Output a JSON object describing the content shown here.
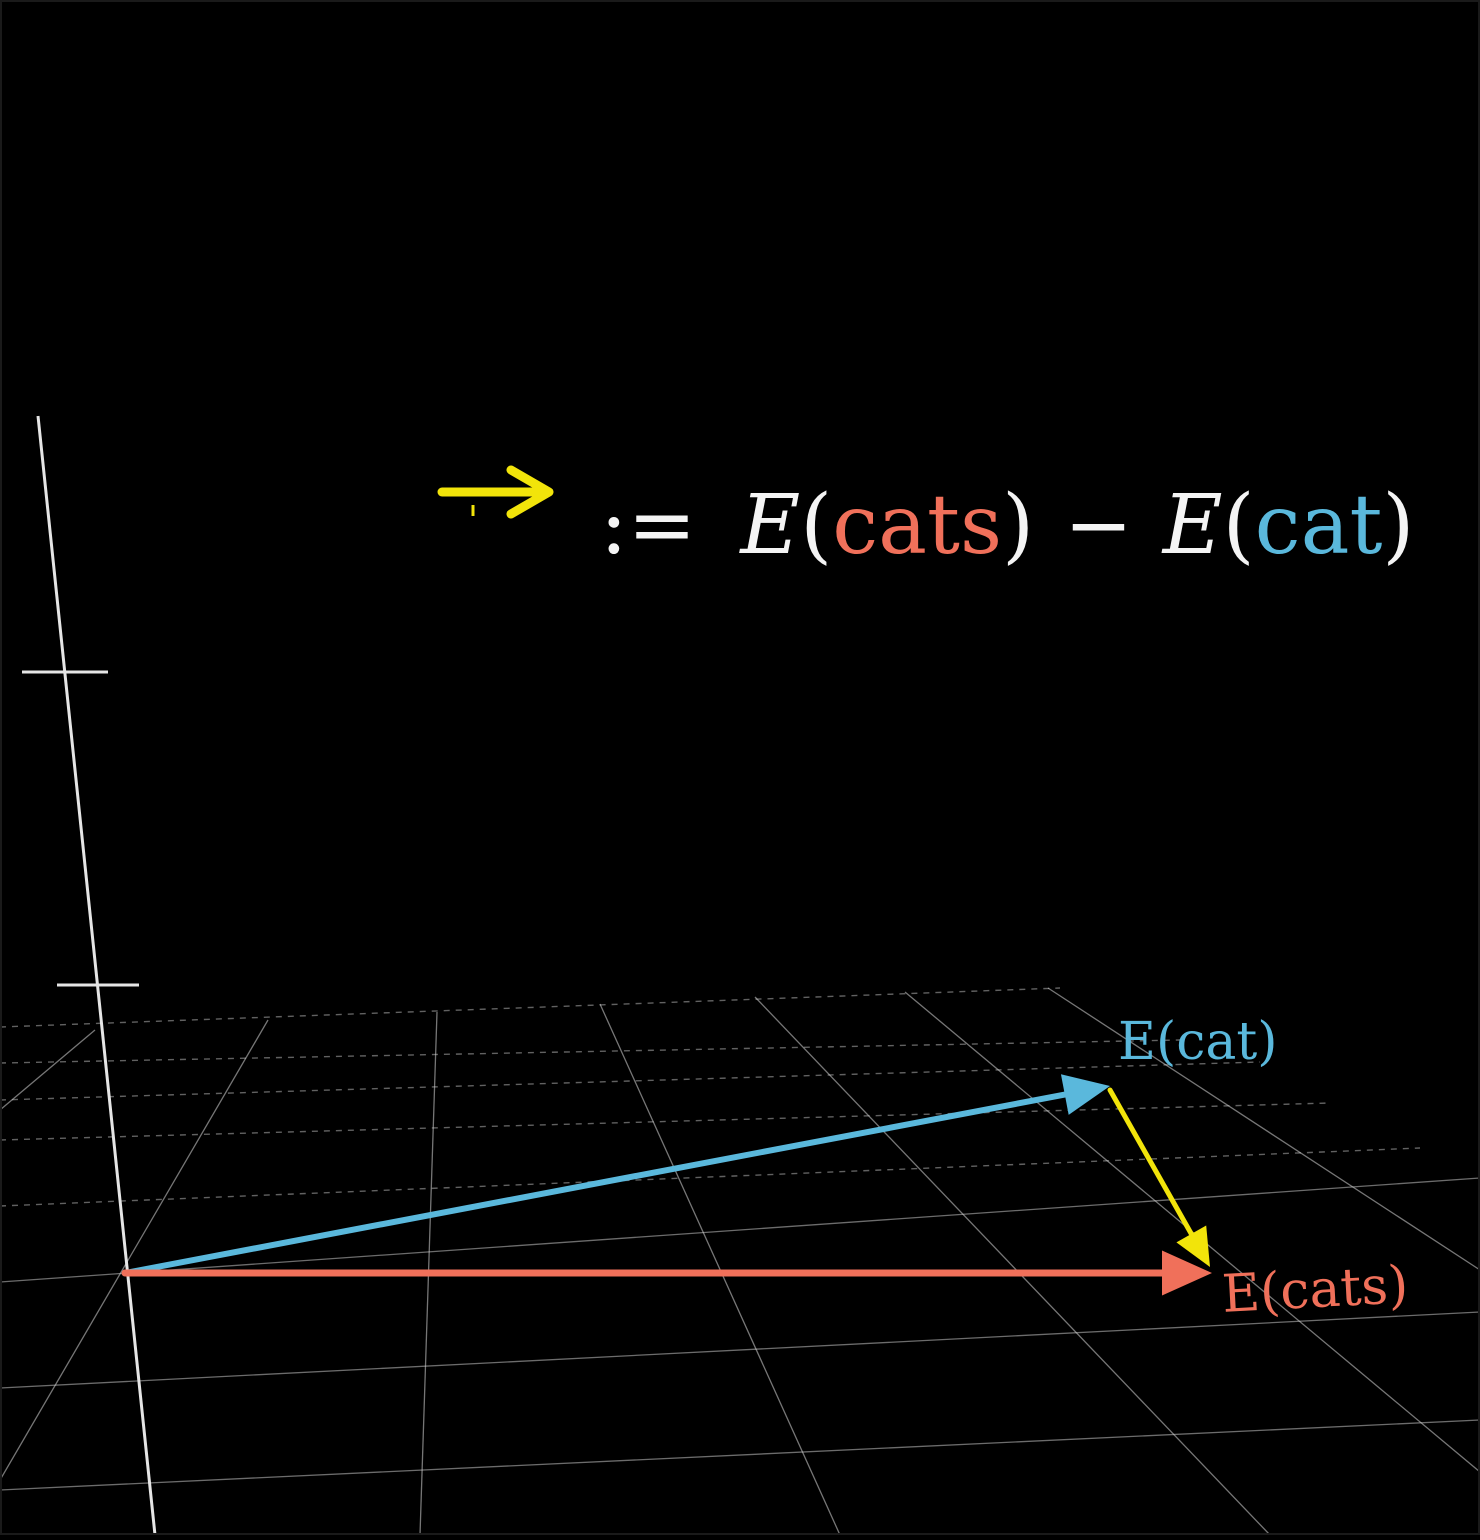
{
  "equation": {
    "assign": ":=",
    "e1": "E",
    "open1": "(",
    "word1": "cats",
    "close1": ")",
    "minus": "−",
    "e2": "E",
    "open2": "(",
    "word2": "cat",
    "close2": ")"
  },
  "labels": {
    "cat": "E(cat)",
    "cats": "E(cats)"
  },
  "colors": {
    "background": "#000000",
    "text": "#f4f4f4",
    "cats": "#f0705a",
    "cat": "#5ab8dc",
    "difference": "#f2e40a",
    "grid": "#d8d8d8"
  },
  "icons": {
    "difference_vector_symbol": "yellow-right-arrow-icon"
  }
}
